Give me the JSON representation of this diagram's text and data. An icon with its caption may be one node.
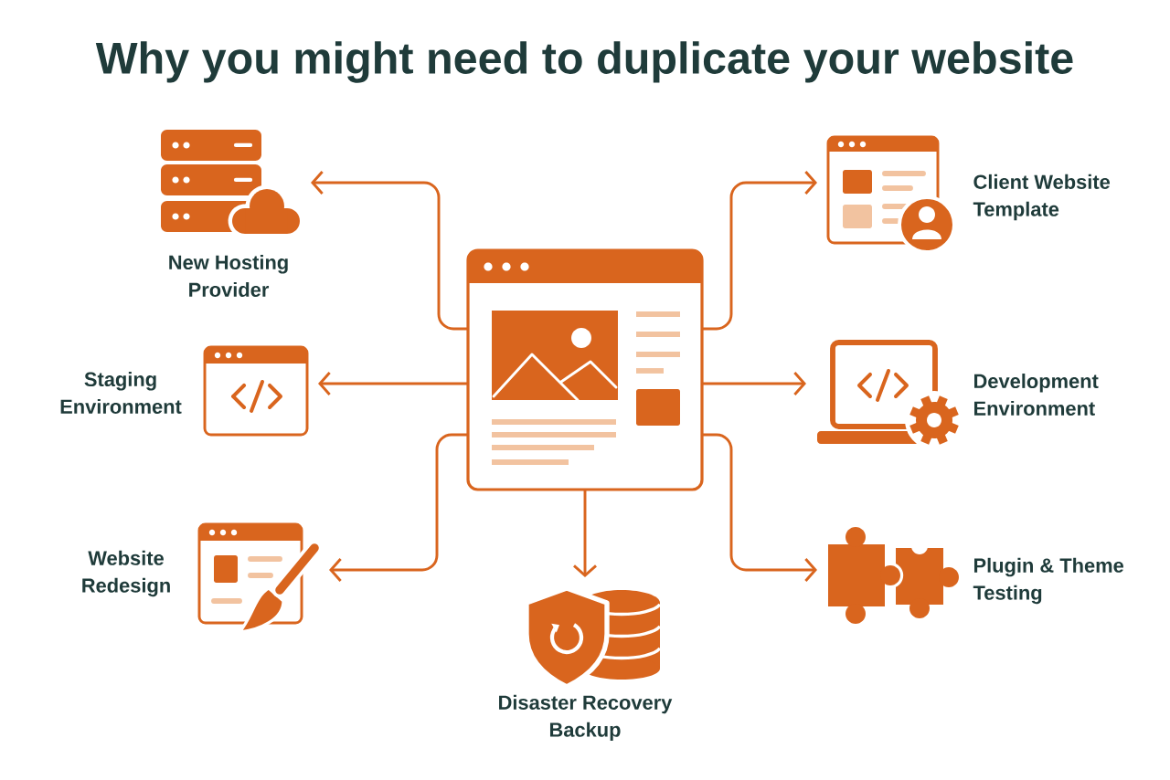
{
  "diagram": {
    "title": "Why you might need to duplicate your website",
    "nodes": [
      {
        "text": [],
        "shape": "picture"
      },
      {
        "text": [],
        "shape": "picture",
        "beside": [
          "New Hosting Provider"
        ]
      },
      {
        "text": [],
        "shape": "picture",
        "beside": [
          "Staging Environment"
        ]
      },
      {
        "text": [],
        "shape": "picture",
        "beside": [
          "Website Redesign"
        ]
      },
      {
        "text": [],
        "shape": "picture",
        "beside": [
          "Disaster Recovery Backup"
        ]
      },
      {
        "text": [],
        "shape": "picture",
        "beside": [
          "Client Website Template"
        ]
      },
      {
        "text": [],
        "shape": "picture",
        "beside": [
          "Development Environment"
        ]
      },
      {
        "text": [],
        "shape": "picture",
        "beside": [
          "Plugin & Theme Testing"
        ]
      }
    ],
    "edges": [
      {
        "from": 0,
        "to": 1,
        "arrow": "to"
      },
      {
        "from": 0,
        "to": 2,
        "arrow": "to"
      },
      {
        "from": 0,
        "to": 3,
        "arrow": "to"
      },
      {
        "from": 0,
        "to": 4,
        "arrow": "to"
      },
      {
        "from": 0,
        "to": 5,
        "arrow": "to"
      },
      {
        "from": 0,
        "to": 6,
        "arrow": "to"
      },
      {
        "from": 0,
        "to": 7,
        "arrow": "to"
      }
    ]
  }
}
